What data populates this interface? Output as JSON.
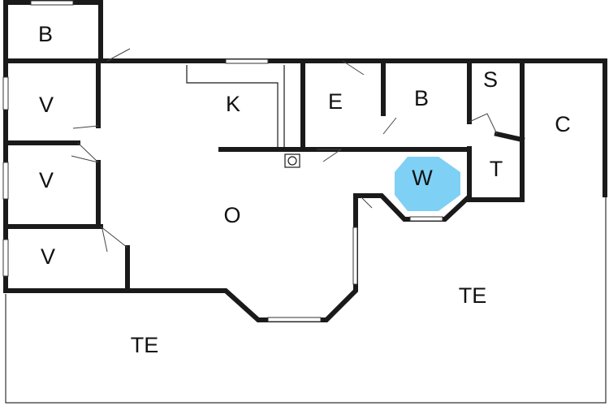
{
  "rooms": {
    "b1": "B",
    "v1": "V",
    "v2": "V",
    "v3": "V",
    "k": "K",
    "e": "E",
    "b2": "B",
    "s": "S",
    "c": "C",
    "t": "T",
    "w": "W",
    "o": "O",
    "te_right": "TE",
    "te_left": "TE"
  },
  "colors": {
    "wall": "#1a1a1a",
    "highlight": "#7fd0f5",
    "background": "#ffffff"
  }
}
